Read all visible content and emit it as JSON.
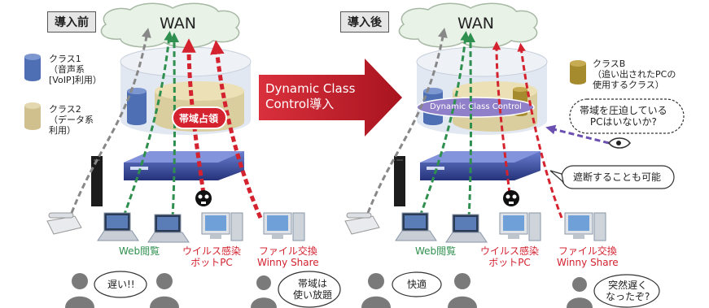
{
  "before": {
    "title": "導入前",
    "wan": "WAN",
    "legend": [
      {
        "label": "クラス1\n（音声系\n[VoIP]利用）",
        "color": "#4f6fb5"
      },
      {
        "label": "クラス2\n（データ系\n利用）",
        "color": "#cfc08e"
      }
    ],
    "occupy_label": "帯域占領",
    "pc_labels": {
      "web": "Web閲覧",
      "virus": "ウイルス感染\nボットPC",
      "share": "ファイル交換\nWinny Share"
    },
    "bubbles": {
      "slow": "遅い!!",
      "unlimited": "帯域は\n使い放題"
    }
  },
  "arrow_label": "Dynamic Class\nControl導入",
  "after": {
    "title": "導入後",
    "wan": "WAN",
    "legend": {
      "label": "クラスB\n（追い出されたPCの\n使用するクラス）",
      "color": "#a68a2e"
    },
    "dcc_label": "Dynamic Class Control",
    "monitor_bubble": "帯域を圧迫している\nPCはいないか?",
    "block_bubble": "遮断することも可能",
    "pc_labels": {
      "web": "Web閲覧",
      "virus": "ウイルス感染\nボットPC",
      "share": "ファイル交換\nWinny Share"
    },
    "bubbles": {
      "comfortable": "快適",
      "sudden": "突然遅く\nなったぞ?"
    }
  },
  "colors": {
    "green": "#2e8f4e",
    "red": "#d4222f",
    "gray": "#888888",
    "router": "#3b4ea8",
    "arrow": "#c8202e",
    "cloud": "#e8f2e6"
  },
  "icons": [
    "cloud-icon",
    "cylinder-icon",
    "router-icon",
    "server-icon",
    "phone-icon",
    "laptop-icon",
    "desktop-pc-icon",
    "skull-icon",
    "eye-icon",
    "person-icon"
  ]
}
